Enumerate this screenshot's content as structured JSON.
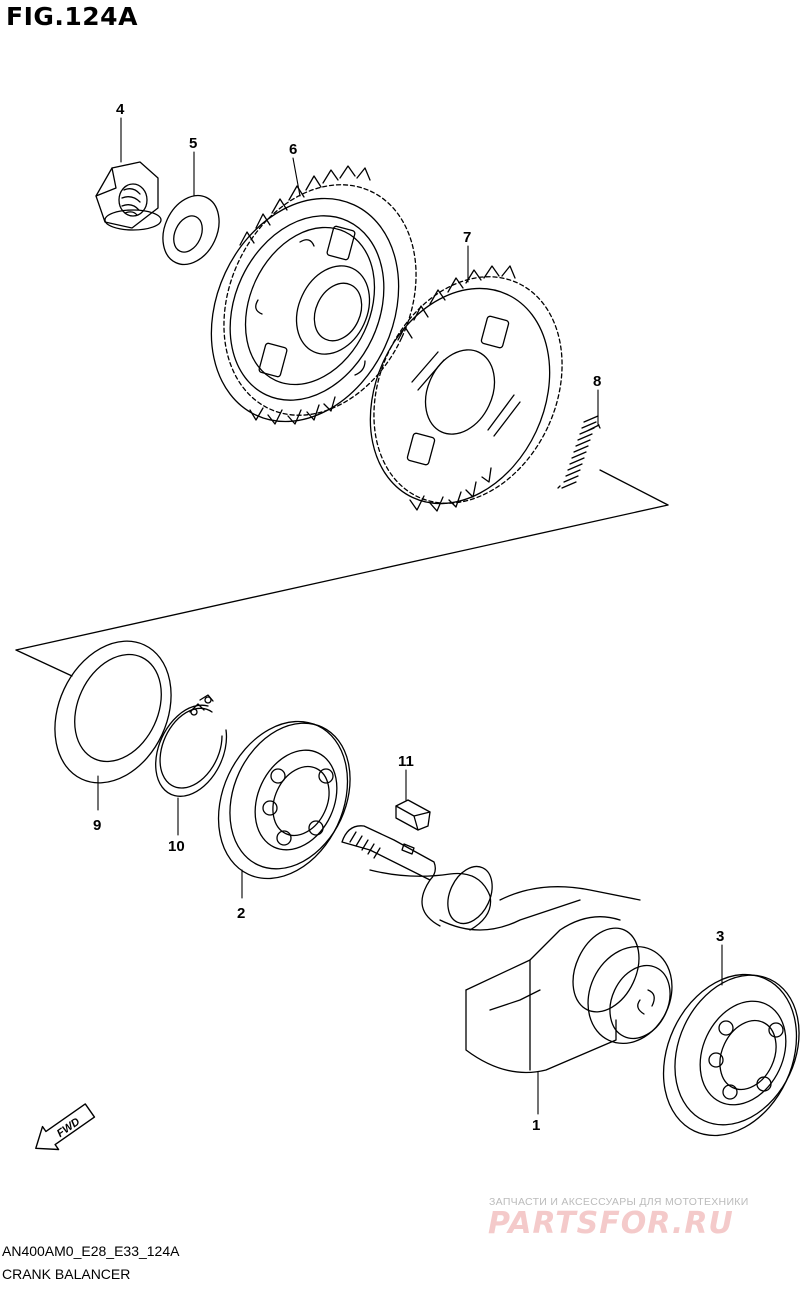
{
  "figure": {
    "title": "FIG.124A"
  },
  "callouts": [
    "1",
    "2",
    "3",
    "4",
    "5",
    "6",
    "7",
    "8",
    "9",
    "10",
    "11"
  ],
  "fwd_label": "FWD",
  "footer": {
    "code": "AN400AM0_E28_E33_124A",
    "name": "CRANK BALANCER"
  },
  "watermark": {
    "line1": "ЗАПЧАСТИ И АКСЕССУАРЫ ДЛЯ МОТОТЕХНИКИ",
    "line2": "PARTSFOR.RU"
  }
}
